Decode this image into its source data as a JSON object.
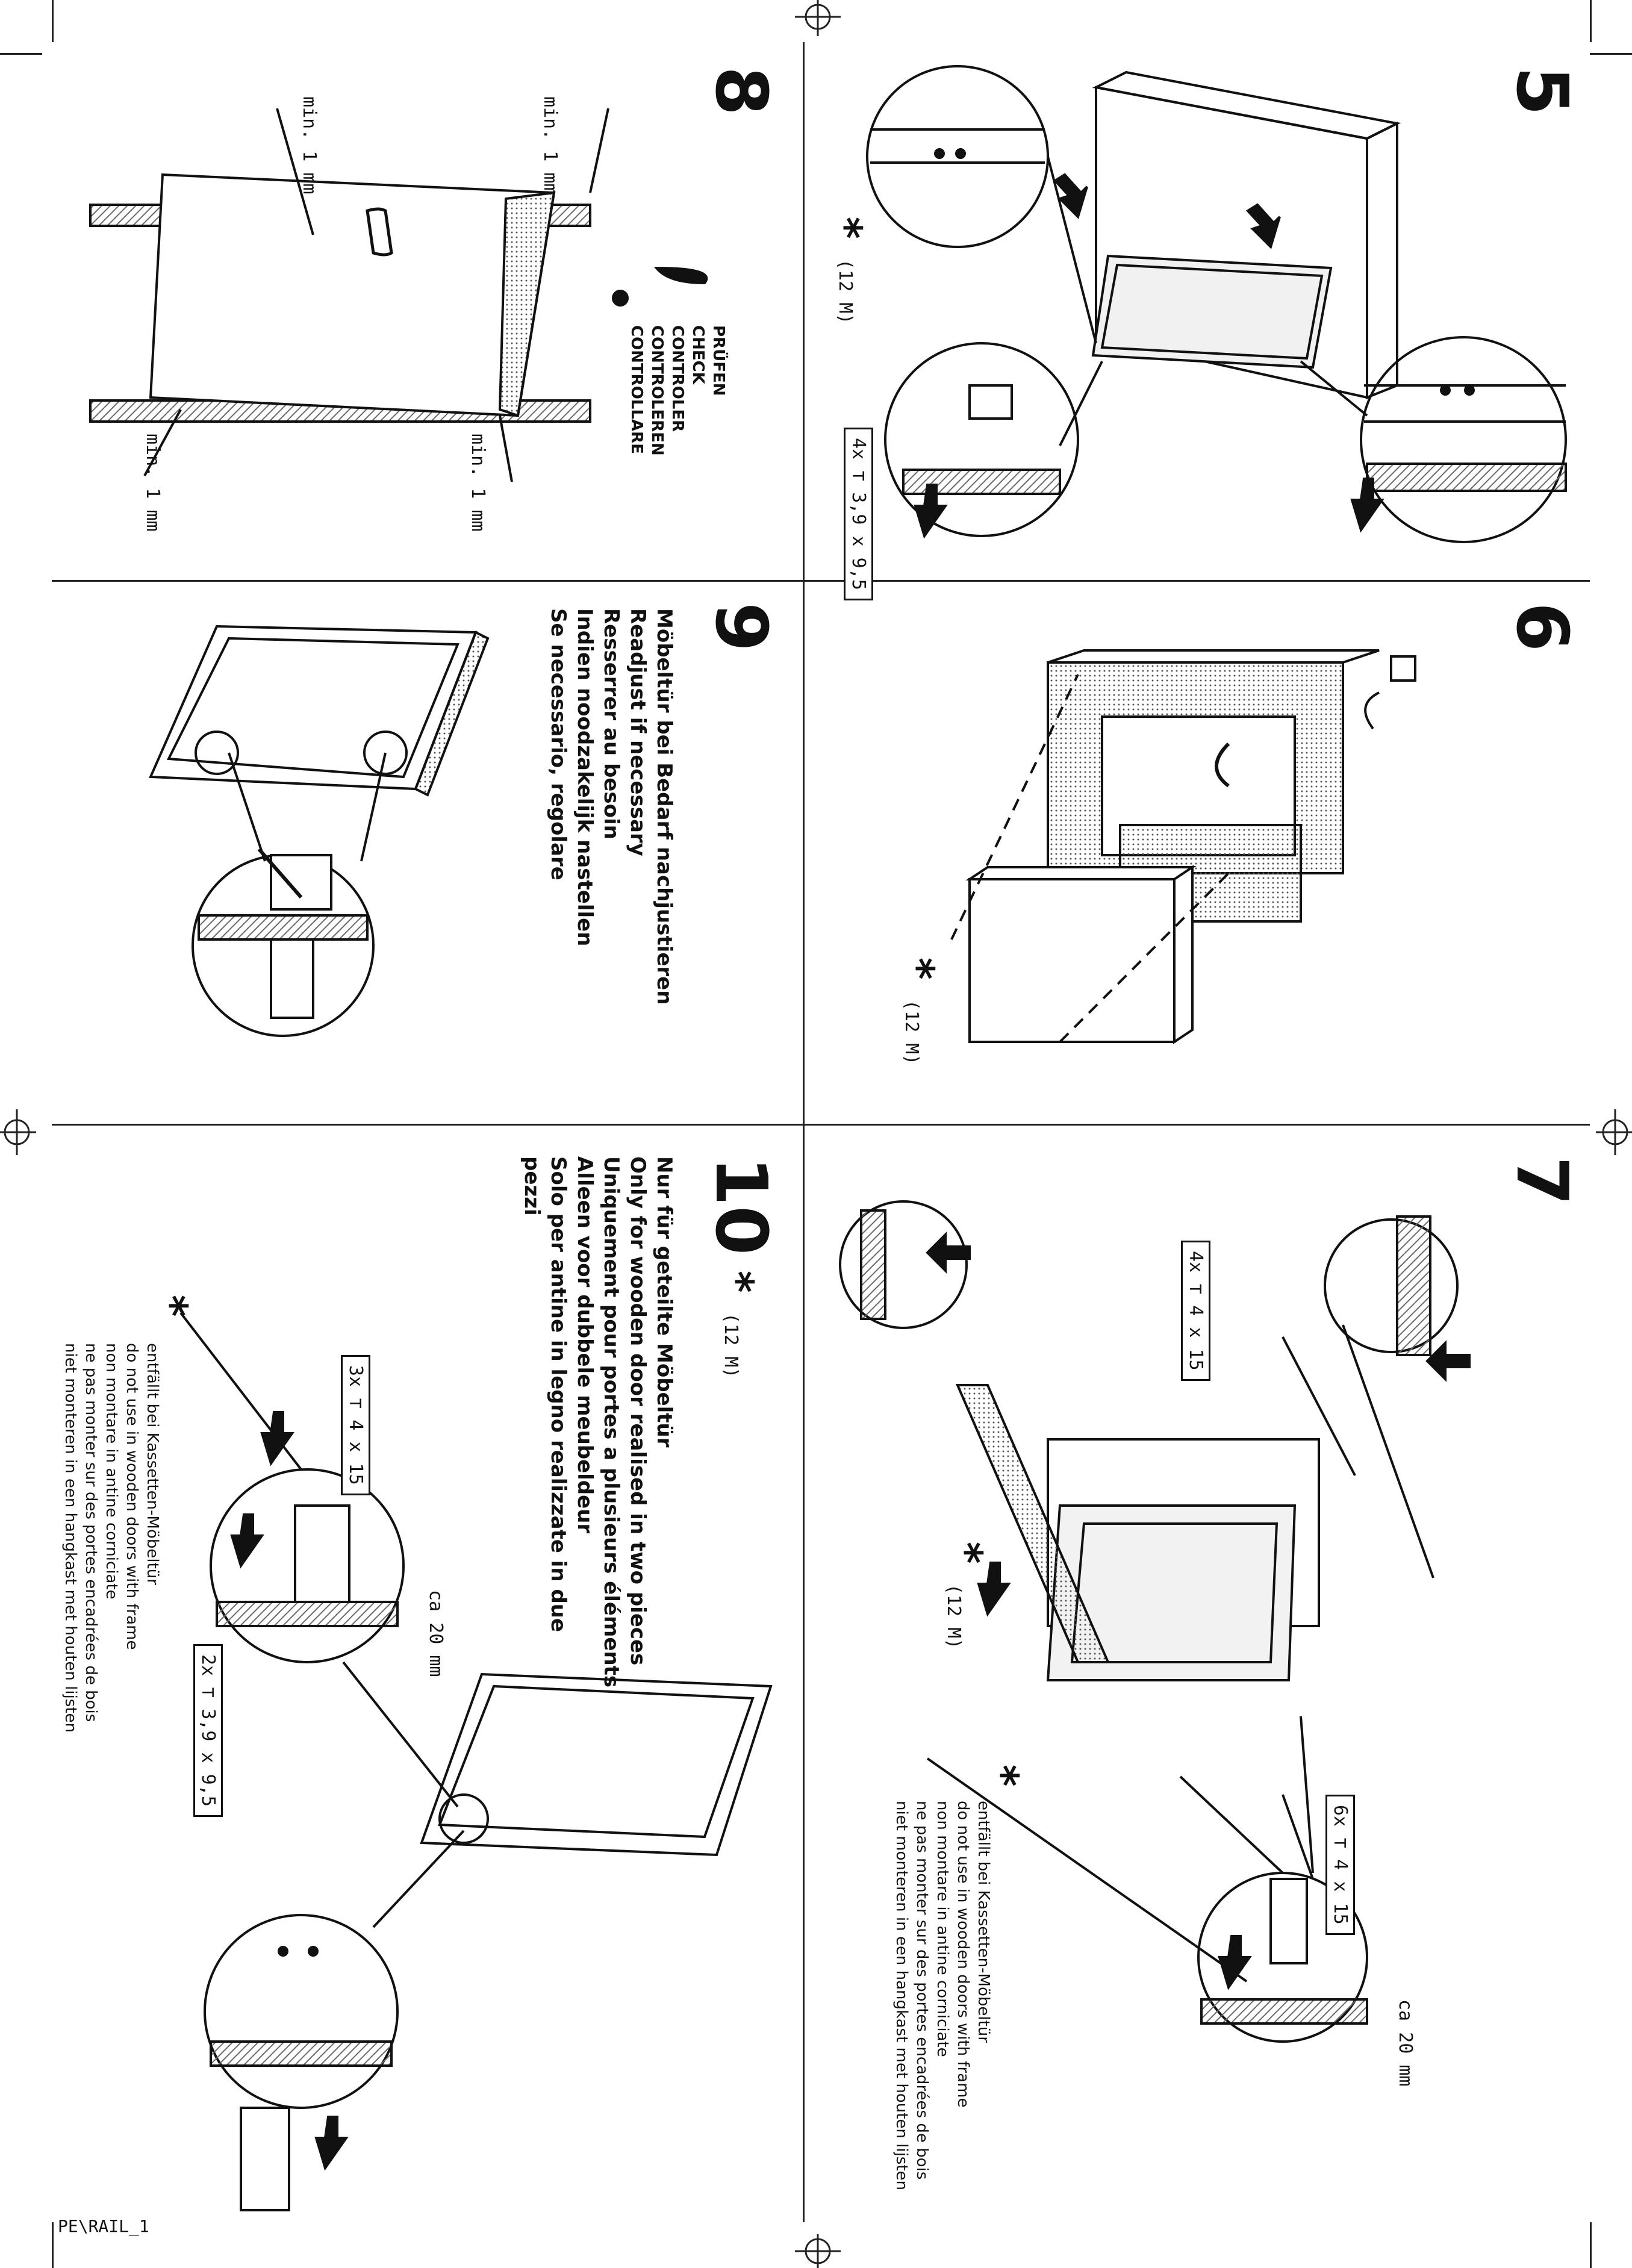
{
  "steps": {
    "s5": {
      "number": "5",
      "screw_ref": "(12 M)",
      "parts": "4x ⊤ 3,9 x 9,5"
    },
    "s6": {
      "number": "6",
      "screw_ref": "(12 M)"
    },
    "s7": {
      "number": "7",
      "screw_ref": "(12 M)",
      "parts_a": "4x ⊤ 4 x 15",
      "parts_b": "6x ⊤ 4 x 15",
      "distance": "ca 20 mm",
      "note": [
        "entfällt bei Kassetten-Möbeltür",
        "do not use in wooden doors with frame",
        "non montare in antine corniciate",
        "ne pas monter sur des portes encadrées de bois",
        "niet monteren in een hangkast met houten lijsten"
      ]
    },
    "s8": {
      "number": "8",
      "gap_top_left": "min. 1 mm",
      "gap_top_right": "min. 1 mm",
      "gap_bottom_left": "min. 1 mm",
      "gap_bottom_right": "min. 1 mm",
      "check": [
        "PRÜFEN",
        "CHECK",
        "CONTROLER",
        "CONTROLEREN",
        "CONTROLLARE"
      ]
    },
    "s9": {
      "number": "9",
      "text": [
        "Möbeltür bei Bedarf nachjustieren",
        "Readjust if necessary",
        "Resserrer au besoin",
        "Indien noodzakelijk nastellen",
        "Se necessario, regolare"
      ]
    },
    "s10": {
      "number": "10",
      "screw_ref": "(12 M)",
      "parts_a": "3x ⊤ 4 x 15",
      "parts_b": "2x ⊤ 3,9 x 9,5",
      "distance": "ca 20 mm",
      "text": [
        "Nur für geteilte Möbeltür",
        "Only for wooden door realised in two pieces",
        "Uniquement pour portes a plusieurs éléments",
        "Alleen voor dubbele meubeldeur",
        "Solo per antine in legno realizzate in due",
        "pezzi"
      ],
      "note": [
        "entfällt bei Kassetten-Möbeltür",
        "do not use in wooden doors with frame",
        "non montare in antine corniciate",
        "ne pas monter sur des portes encadrées de bois",
        "niet monteren in een hangkast met houten lijsten"
      ]
    }
  },
  "footer": {
    "code": "PE\\RAIL_1"
  },
  "colors": {
    "ink": "#111111",
    "hatch": "#6b6b6b",
    "paper": "#ffffff"
  }
}
